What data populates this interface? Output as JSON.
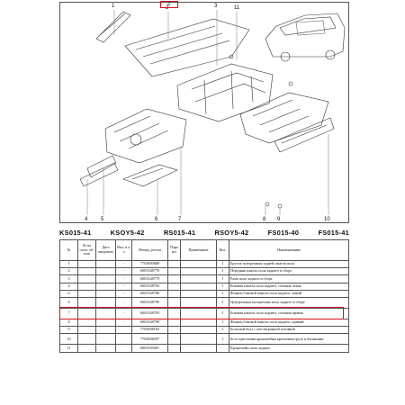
{
  "diagram": {
    "callouts": [
      "1",
      "2",
      "3",
      "11",
      "4",
      "5",
      "6",
      "7",
      "8",
      "9",
      "10"
    ],
    "top_callout": "2"
  },
  "codes": [
    "KS015-41",
    "KSOY5-42",
    "RS015-41",
    "RSOY5-42",
    "FS015-40",
    "FS015-41"
  ],
  "table": {
    "headers": [
      "№",
      "№ по схем. об-ния",
      "Дата введения",
      "Вкл. в з/ч",
      "Номер детали",
      "Пара шт",
      "Примечание",
      "Кол.",
      "Наименование"
    ],
    "rows": [
      {
        "n": "1",
        "sch": "",
        "date": "",
        "incl": "-",
        "part": "7765000688",
        "pair": "",
        "note": "",
        "qty": "1",
        "name": "Брусок поперечины задней панели пола"
      },
      {
        "n": "2",
        "sch": "",
        "date": "",
        "incl": "-",
        "part": "6001548778",
        "pair": "",
        "note": "",
        "qty": "1",
        "name": "Передняя панель пола заднего в сборе"
      },
      {
        "n": "3",
        "sch": "",
        "date": "",
        "incl": "-",
        "part": "6001548779",
        "pair": "",
        "note": "",
        "qty": "1",
        "name": "Рама пола заднего в сборе"
      },
      {
        "n": "4",
        "sch": "",
        "date": "",
        "incl": "-",
        "part": "6001548794",
        "pair": "",
        "note": "",
        "qty": "1",
        "name": "Боковая панель пола заднего, съемная левая"
      },
      {
        "n": "6",
        "sch": "",
        "date": "",
        "incl": "-",
        "part": "6001548786",
        "pair": "",
        "note": "",
        "qty": "1",
        "name": "Фланец боковой панели пола заднего, левый"
      },
      {
        "n": "6",
        "sch": "",
        "date": "",
        "incl": "-",
        "part": "6001548790",
        "pair": "",
        "note": "",
        "qty": "1",
        "name": "Центральная поперечина пола заднего в сборе"
      },
      {
        "n": "7",
        "sch": "",
        "date": "",
        "incl": "-",
        "part": "6001548793",
        "pair": "",
        "note": "",
        "qty": "1",
        "name": "Боковая панель пола заднего, съемная правая"
      },
      {
        "n": "8",
        "sch": "",
        "date": "",
        "incl": "-",
        "part": "6001548798",
        "pair": "",
        "note": "",
        "qty": "1",
        "name": "Фланец боковой панели пола заднего, правый"
      },
      {
        "n": "9",
        "sch": "",
        "date": "",
        "incl": "",
        "part": "7703008182",
        "pair": "",
        "note": "",
        "qty": "1",
        "name": "Большой болт с шестигранной головкой"
      },
      {
        "n": "10",
        "sch": "",
        "date": "",
        "incl": "",
        "part": "7703008297",
        "pair": "",
        "note": "",
        "qty": "1",
        "name": "Болт крепления кронштейна крепления груза в багажнике"
      },
      {
        "n": "11",
        "sch": "",
        "date": "",
        "incl": "",
        "part": "6001549491",
        "pair": "",
        "note": "",
        "qty": "",
        "name": "Кронштейн пола заднего"
      }
    ]
  }
}
